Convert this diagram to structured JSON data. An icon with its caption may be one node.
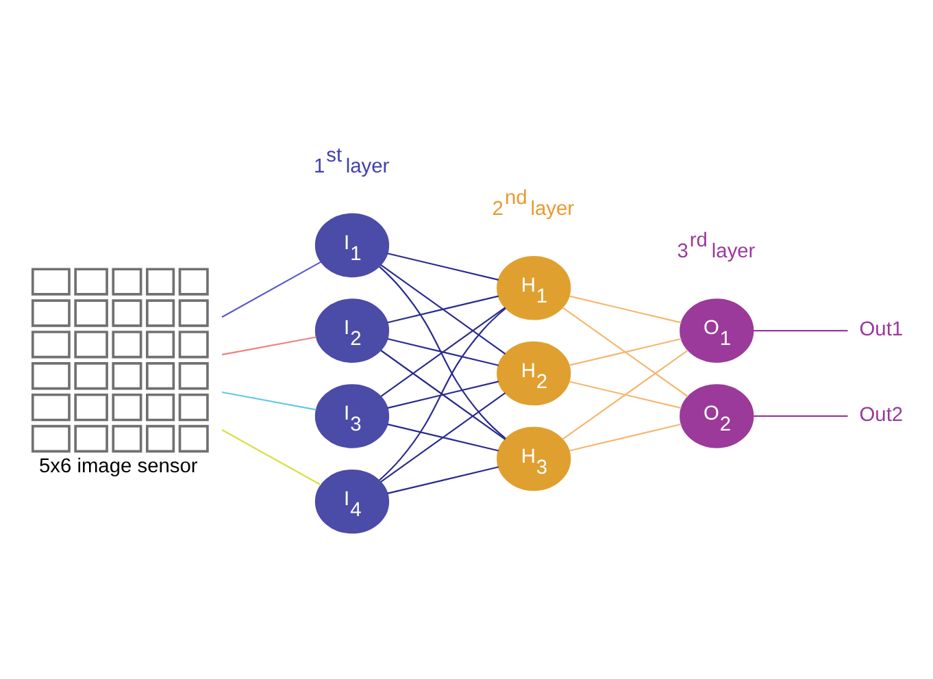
{
  "diagram": {
    "nodes": [
      {
        "text": [],
        "shape": "picture",
        "beside": [
          "5x6 image sensor"
        ]
      },
      {
        "text": [
          "I$_{1}$"
        ]
      },
      {
        "text": [
          "I$_{2}$"
        ]
      },
      {
        "text": [
          "I$_{3}$"
        ]
      },
      {
        "text": [
          "I$_{4}$"
        ]
      },
      {
        "text": [
          "H$_{1}$"
        ]
      },
      {
        "text": [
          "H$_{2}$"
        ]
      },
      {
        "text": [
          "H$_{3}$"
        ]
      },
      {
        "text": [
          "O$_{1}$"
        ]
      },
      {
        "text": [
          "O$_{2}$"
        ]
      },
      {
        "text": [
          "Out1"
        ]
      },
      {
        "text": [
          "Out2"
        ]
      }
    ],
    "edges": [
      {
        "from": 0,
        "to": 1,
        "arrow": "none",
        "color": "#5a5ad0"
      },
      {
        "from": 0,
        "to": 2,
        "arrow": "none",
        "color": "#f08080"
      },
      {
        "from": 0,
        "to": 3,
        "arrow": "none",
        "color": "#60c8e8"
      },
      {
        "from": 0,
        "to": 4,
        "arrow": "none",
        "color": "#d8e040"
      },
      {
        "from": 1,
        "to": 5,
        "arrow": "none",
        "color": "#2a2a90"
      },
      {
        "from": 1,
        "to": 6,
        "arrow": "none",
        "color": "#2a2a90"
      },
      {
        "from": 1,
        "to": 7,
        "arrow": "none",
        "color": "#2a2a90"
      },
      {
        "from": 2,
        "to": 5,
        "arrow": "none",
        "color": "#2a2a90"
      },
      {
        "from": 2,
        "to": 6,
        "arrow": "none",
        "color": "#2a2a90"
      },
      {
        "from": 2,
        "to": 7,
        "arrow": "none",
        "color": "#2a2a90"
      },
      {
        "from": 3,
        "to": 5,
        "arrow": "none",
        "color": "#2a2a90"
      },
      {
        "from": 3,
        "to": 6,
        "arrow": "none",
        "color": "#2a2a90"
      },
      {
        "from": 3,
        "to": 7,
        "arrow": "none",
        "color": "#2a2a90"
      },
      {
        "from": 4,
        "to": 5,
        "arrow": "none",
        "color": "#2a2a90"
      },
      {
        "from": 4,
        "to": 6,
        "arrow": "none",
        "color": "#2a2a90"
      },
      {
        "from": 4,
        "to": 7,
        "arrow": "none",
        "color": "#2a2a90"
      },
      {
        "from": 5,
        "to": 8,
        "arrow": "none",
        "color": "#f5b870"
      },
      {
        "from": 5,
        "to": 9,
        "arrow": "none",
        "color": "#f5b870"
      },
      {
        "from": 6,
        "to": 8,
        "arrow": "none",
        "color": "#f5b870"
      },
      {
        "from": 6,
        "to": 9,
        "arrow": "none",
        "color": "#f5b870"
      },
      {
        "from": 7,
        "to": 8,
        "arrow": "none",
        "color": "#f5b870"
      },
      {
        "from": 7,
        "to": 9,
        "arrow": "none",
        "color": "#f5b870"
      },
      {
        "from": 8,
        "to": 10,
        "arrow": "none",
        "color": "#9b3a9b"
      },
      {
        "from": 9,
        "to": 11,
        "arrow": "none",
        "color": "#9b3a9b"
      }
    ],
    "labels": [
      "1$^{st}$ layer",
      "2$^{nd}$ layer",
      "3$^{rd}$ layer"
    ]
  }
}
